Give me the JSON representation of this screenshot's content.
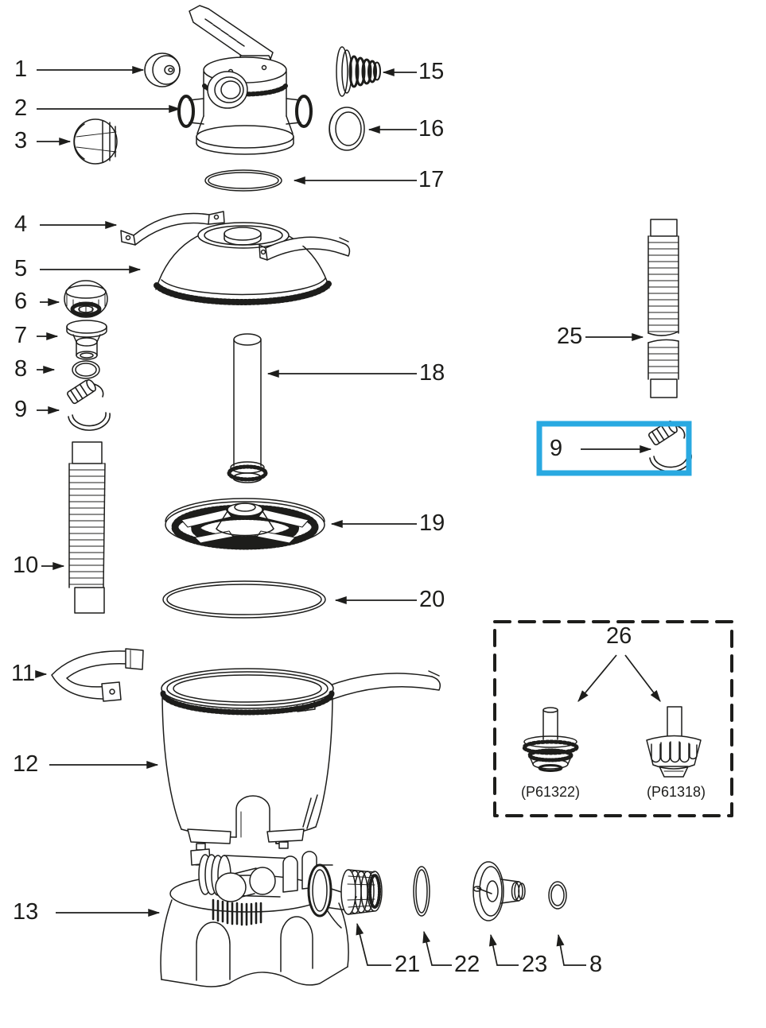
{
  "diagram": {
    "kind": "exploded-parts-diagram",
    "line_color": "#1d1d1b",
    "background": "#ffffff"
  },
  "callouts": {
    "c1": "1",
    "c2": "2",
    "c3": "3",
    "c4": "4",
    "c5": "5",
    "c6": "6",
    "c7": "7",
    "c8": "8",
    "c9": "9",
    "c10": "10",
    "c11": "11",
    "c12": "12",
    "c13": "13",
    "c15": "15",
    "c16": "16",
    "c17": "17",
    "c18": "18",
    "c19": "19",
    "c20": "20",
    "c21": "21",
    "c22": "22",
    "c23": "23",
    "c25": "25",
    "c8_bottom": "8"
  },
  "highlight_box": {
    "label": "9",
    "border_color": "#29A9E1"
  },
  "inset_box": {
    "label": "26",
    "left_part_number": "(P61322)",
    "right_part_number": "(P61318)"
  }
}
